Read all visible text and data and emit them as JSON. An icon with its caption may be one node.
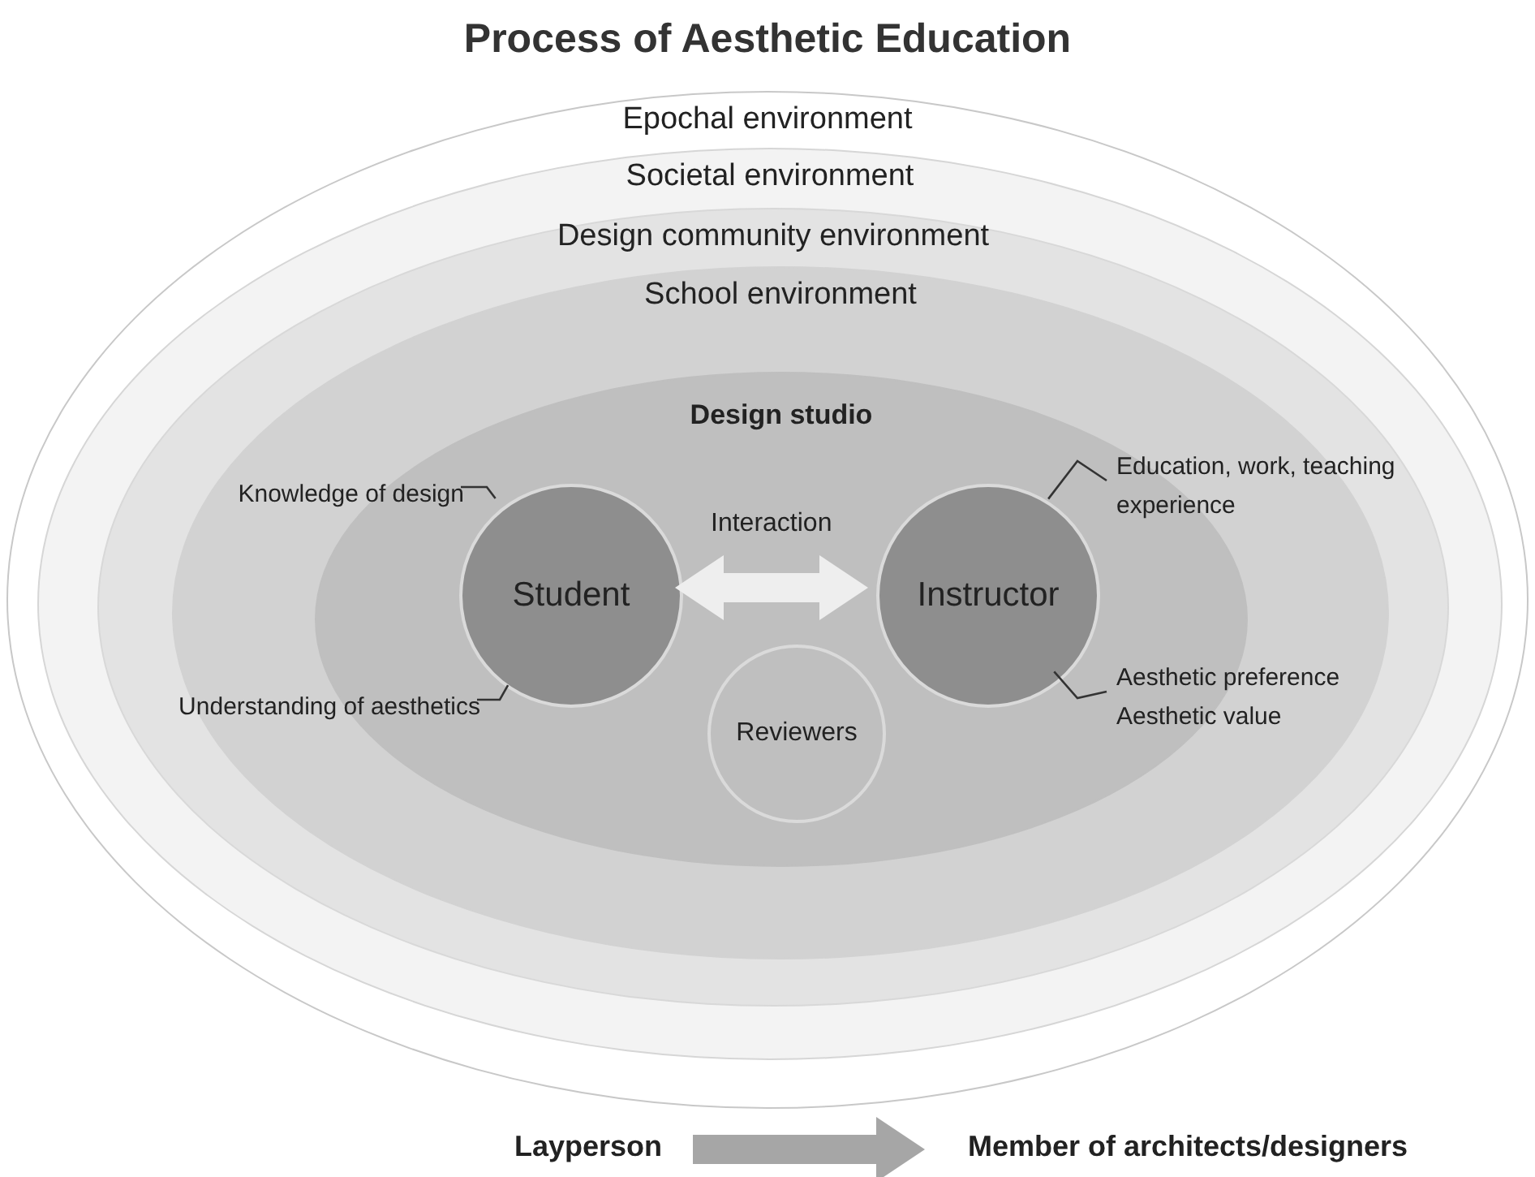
{
  "diagram": {
    "title": "Process of Aesthetic Education",
    "nodes": [
      {
        "text": [
          "Epochal environment"
        ]
      },
      {
        "text": [
          "Societal environment"
        ],
        "in": 0
      },
      {
        "text": [
          "Design community  environment"
        ],
        "in": 1
      },
      {
        "text": [
          "School environment"
        ],
        "in": 2
      },
      {
        "text": [
          "Design studio"
        ],
        "in": 3
      },
      {
        "text": [
          "Student"
        ],
        "in": 4
      },
      {
        "text": [
          "Instructor"
        ],
        "in": 4
      },
      {
        "text": [
          "Reviewers"
        ],
        "in": 4
      },
      {
        "text": [
          "Knowledge of design"
        ],
        "in": 3
      },
      {
        "text": [
          "Understanding of aesthetics"
        ],
        "in": 3
      },
      {
        "text": [
          "Education, work, teaching experience"
        ],
        "in": 3
      },
      {
        "text": [
          "Aesthetic preference",
          "Aesthetic value"
        ],
        "in": 3
      },
      {
        "text": [
          "Layperson"
        ]
      },
      {
        "text": [
          "Member of architects/designers"
        ]
      }
    ],
    "edges": [
      {
        "from": 5,
        "to": 6,
        "arrow": "both",
        "label": "Interaction",
        "style": "thick",
        "color": "#eeeeee"
      },
      {
        "from": 8,
        "to": 5,
        "arrow": "none"
      },
      {
        "from": 9,
        "to": 5,
        "arrow": "none"
      },
      {
        "from": 10,
        "to": 6,
        "arrow": "none"
      },
      {
        "from": 11,
        "to": 6,
        "arrow": "none"
      },
      {
        "from": 12,
        "to": 13,
        "arrow": "to",
        "style": "thick",
        "color": "#a6a6a6"
      }
    ]
  }
}
